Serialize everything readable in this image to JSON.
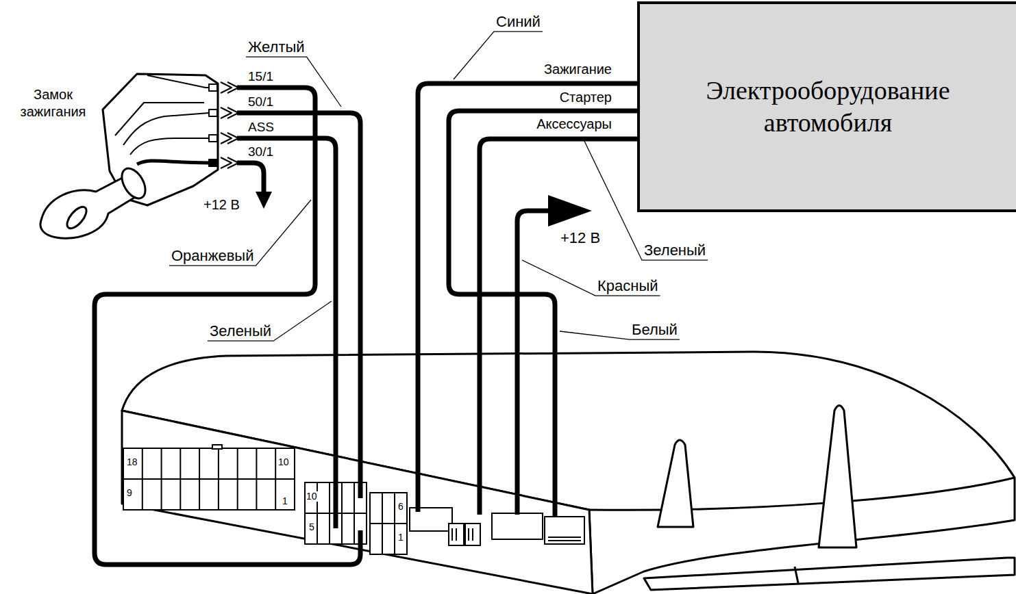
{
  "diagram": {
    "nodes": [
      {
        "text": [
          "Замок зажигания"
        ]
      },
      {
        "text": [
          "Электрооборудование автомобиля"
        ]
      }
    ],
    "labels": [
      "Желтый",
      "15/1",
      "50/1",
      "ASS",
      "30/1",
      "+12 В",
      "Оранжевый",
      "Зеленый",
      "Синий",
      "Зажигание",
      "Стартер",
      "Аксессуары",
      "+12 В",
      "Зеленый",
      "Красный",
      "Белый",
      "18",
      "9",
      "10",
      "1",
      "10",
      "5",
      "6",
      "1"
    ]
  }
}
